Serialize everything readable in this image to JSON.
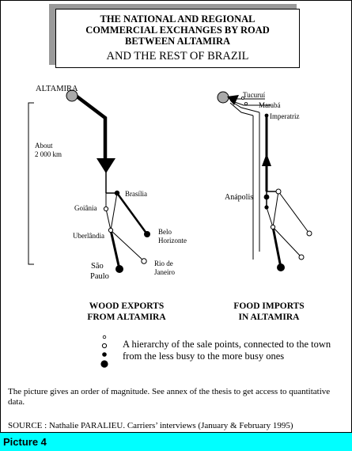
{
  "title": {
    "line1": "THE NATIONAL AND REGIONAL",
    "line2": "COMMERCIAL EXCHANGES BY ROAD",
    "line3": "BETWEEN ALTAMIRA",
    "line4": "AND THE REST OF BRAZIL"
  },
  "left_diagram": {
    "origin": "ALTAMIRA",
    "distance_line1": "About",
    "distance_line2": "2 000 km",
    "cities": {
      "brasilia": "Brasília",
      "goiania": "Goiânia",
      "uberlandia": "Uberlândia",
      "belo_line1": "Belo",
      "belo_line2": "Horizonte",
      "rio_line1": "Rio de",
      "rio_line2": "Janeiro",
      "sao_line1": "São",
      "sao_line2": "Paulo"
    },
    "caption_line1": "WOOD EXPORTS",
    "caption_line2": "FROM ALTAMIRA"
  },
  "right_diagram": {
    "cities": {
      "tucurui": "Tucuruí",
      "maraba": "Marabá",
      "imperatriz": "Imperatriz",
      "anapolis": "Anápolis"
    },
    "caption_line1": "FOOD IMPORTS",
    "caption_line2": "IN ALTAMIRA"
  },
  "legend": {
    "text": "A hierarchy of the sale points, connected to the town from the less busy to the more busy ones"
  },
  "note": "The picture gives an order of magnitude. See annex of the thesis to get access to quantitative data.",
  "source": "SOURCE : Nathalie PARALIEU. Carriers’ interviews (January & February 1995)",
  "caption": "Picture 4"
}
